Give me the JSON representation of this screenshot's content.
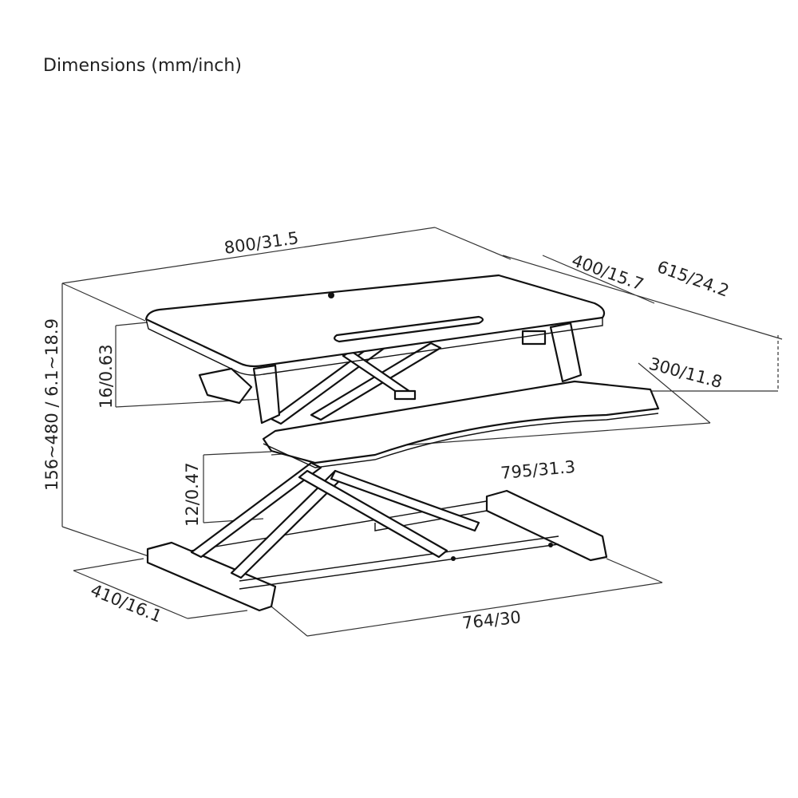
{
  "title": "Dimensions (mm/inch)",
  "dimensions": {
    "top_width": "800/31.5",
    "top_depth": "400/15.7",
    "total_depth": "615/24.2",
    "tray_depth": "300/11.8",
    "tray_width": "795/31.3",
    "top_thickness": "16/0.63",
    "tray_thickness": "12/0.47",
    "height_range": "156~480 / 6.1~18.9",
    "base_depth": "410/16.1",
    "base_width": "764/30"
  }
}
